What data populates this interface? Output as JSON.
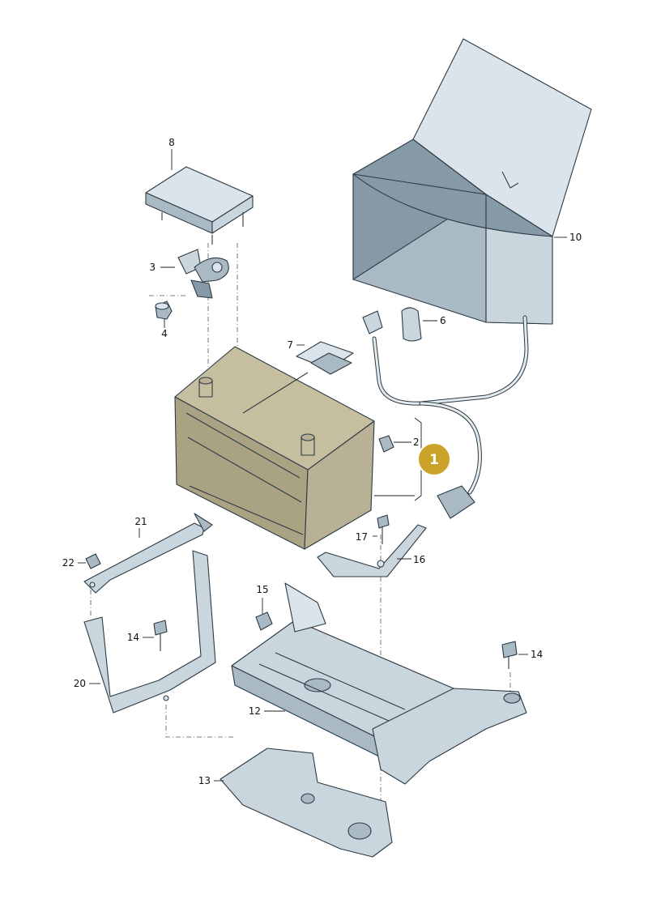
{
  "labels": {
    "p1": "1",
    "p2": "2",
    "p3": "3",
    "p4": "4",
    "p6": "6",
    "p7": "7",
    "p8": "8",
    "p10": "10",
    "p12": "12",
    "p13": "13",
    "p14a": "14",
    "p14b": "14",
    "p15": "15",
    "p16": "16",
    "p17": "17",
    "p20": "20",
    "p21": "21",
    "p22": "22"
  },
  "colors": {
    "highlight_badge": "#c9a227",
    "highlight_outline": "#c9a227",
    "part_fill": "#c9d6de",
    "line": "#2d3a44"
  }
}
